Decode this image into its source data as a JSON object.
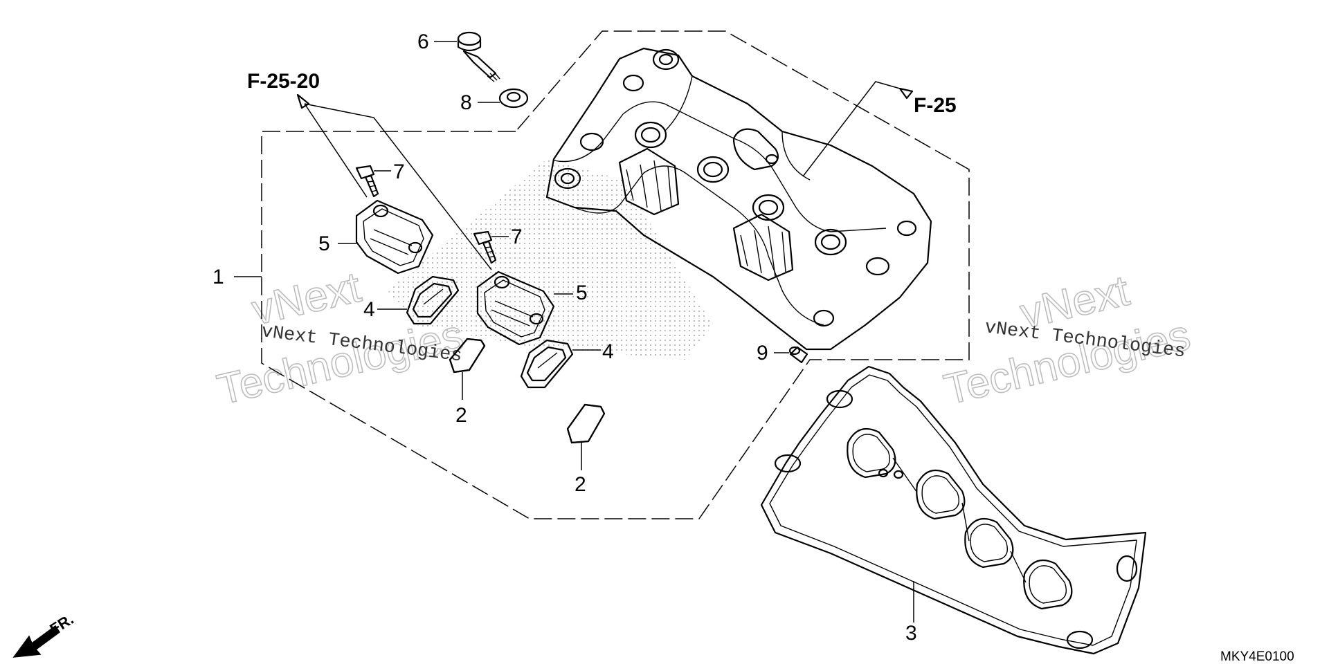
{
  "references": {
    "f25_20": "F-25-20",
    "f25": "F-25"
  },
  "callouts": {
    "c1": "1",
    "c2a": "2",
    "c2b": "2",
    "c3": "3",
    "c4a": "4",
    "c4b": "4",
    "c5a": "5",
    "c5b": "5",
    "c6": "6",
    "c7a": "7",
    "c7b": "7",
    "c8": "8",
    "c9": "9"
  },
  "direction": {
    "label": "FR."
  },
  "watermarks": {
    "left_small": "vNext Technologies",
    "left_big_1": "vNext",
    "left_big_2": "Technologies",
    "right_small": "vNext Technologies",
    "right_big_1": "vNext",
    "right_big_2": "Technologies"
  },
  "diagram_code": "MKY4E0100",
  "icons": {
    "front_arrow": "arrow-down-left-icon"
  }
}
